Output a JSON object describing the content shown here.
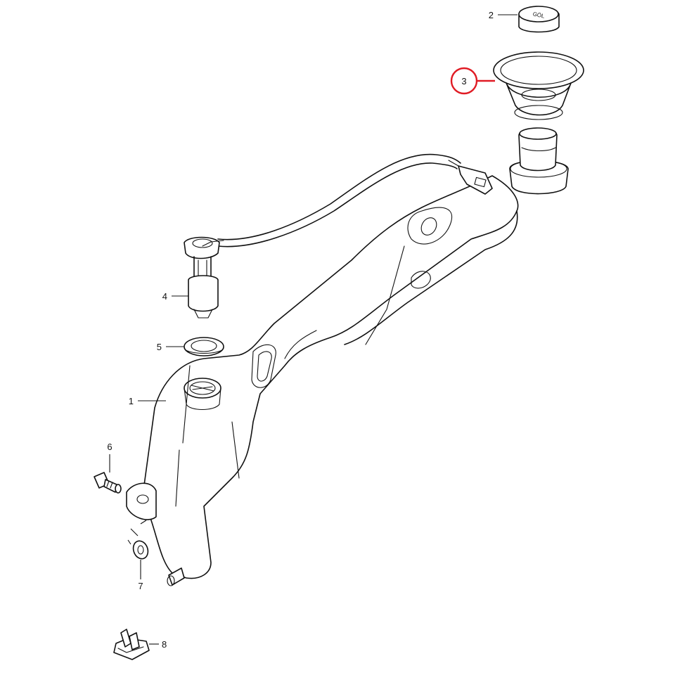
{
  "callouts": [
    {
      "id": "1",
      "label": "1",
      "part": "reservoir-tank"
    },
    {
      "id": "2",
      "label": "2",
      "part": "reservoir-cap"
    },
    {
      "id": "3",
      "label": "3",
      "part": "filler-seal",
      "highlighted": true
    },
    {
      "id": "4",
      "label": "4",
      "part": "level-sensor"
    },
    {
      "id": "5",
      "label": "5",
      "part": "sensor-grommet"
    },
    {
      "id": "6",
      "label": "6",
      "part": "mounting-bolt"
    },
    {
      "id": "7",
      "label": "7",
      "part": "washer"
    },
    {
      "id": "8",
      "label": "8",
      "part": "clip"
    }
  ],
  "cap_text": "GÖL",
  "colors": {
    "line": "#111111",
    "highlight": "#e01b24",
    "background": "#ffffff"
  }
}
